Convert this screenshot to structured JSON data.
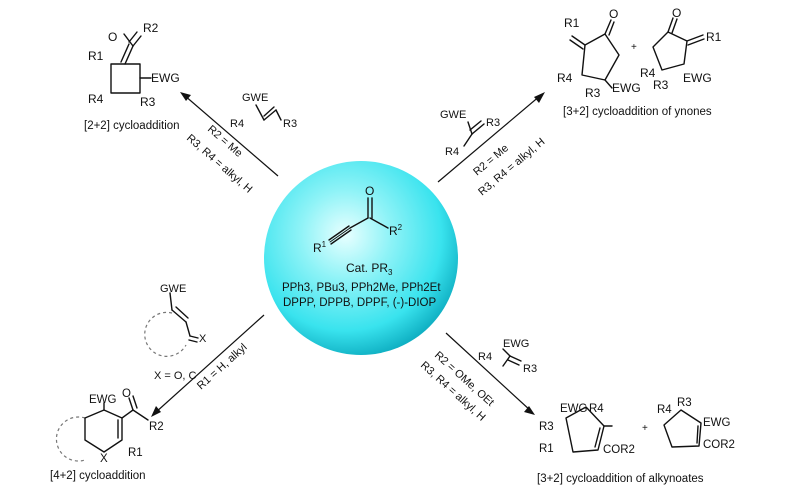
{
  "center": {
    "catalyst": "Cat. PR",
    "catalyst_sub": "3",
    "ligands_line1": "PPh3, PBu3, PPh2Me, PPh2Et",
    "ligands_line2": "DPPP, DPPB, DPPF, (-)-DIOP",
    "ynone_r1": "R",
    "ynone_r1_sup": "1",
    "ynone_r2": "R",
    "ynone_r2_sup": "2",
    "ynone_o": "O"
  },
  "top_left": {
    "title": "[2+2] cycloaddition",
    "cond1": "R2 = Me",
    "cond2": "R3, R4 = alkyl, H",
    "reagent_gwe": "GWE",
    "reagent_r4": "R4",
    "reagent_r3": "R3",
    "prod_o": "O",
    "prod_r2": "R2",
    "prod_r1": "R1",
    "prod_r4": "R4",
    "prod_r3": "R3",
    "prod_ewg": "EWG"
  },
  "top_right": {
    "title": "[3+2] cycloaddition of ynones",
    "cond1": "R2 = Me",
    "cond2": "R3, R4 = alkyl, H",
    "reagent_gwe": "GWE",
    "reagent_r4": "R4",
    "reagent_r3": "R3",
    "prod1_r1": "R1",
    "prod1_o": "O",
    "prod1_r4": "R4",
    "prod1_r3": "R3",
    "prod1_ewg": "EWG",
    "plus": "+",
    "prod2_o": "O",
    "prod2_r1": "R1",
    "prod2_r4": "R4",
    "prod2_r3": "R3",
    "prod2_ewg": "EWG"
  },
  "bottom_left": {
    "title": "[4+2] cycloaddition",
    "cond1": "R1 = H, alkyl",
    "reagent_gwe": "GWE",
    "reagent_x": "X",
    "reagent_note": "X = O, C",
    "prod_ewg": "EWG",
    "prod_o": "O",
    "prod_r2": "R2",
    "prod_x": "X",
    "prod_r1": "R1"
  },
  "bottom_right": {
    "title": "[3+2] cycloaddition of alkynoates",
    "cond1": "R2 = OMe, OEt",
    "cond2": "R3, R4 = alkyl, H",
    "reagent_ewg": "EWG",
    "reagent_r4": "R4",
    "reagent_r3": "R3",
    "prod1_ewg": "EWG",
    "prod1_r4": "R4",
    "prod1_r3": "R3",
    "prod1_r1": "R1",
    "prod1_cor": "COR2",
    "plus": "+",
    "prod2_r4": "R4",
    "prod2_r3": "R3",
    "prod2_ewg": "EWG",
    "prod2_cor": "COR2"
  },
  "colors": {
    "sphere_light": "#e8ffff",
    "sphere_mid": "#39e3ee",
    "sphere_dark": "#0aa9bd"
  }
}
